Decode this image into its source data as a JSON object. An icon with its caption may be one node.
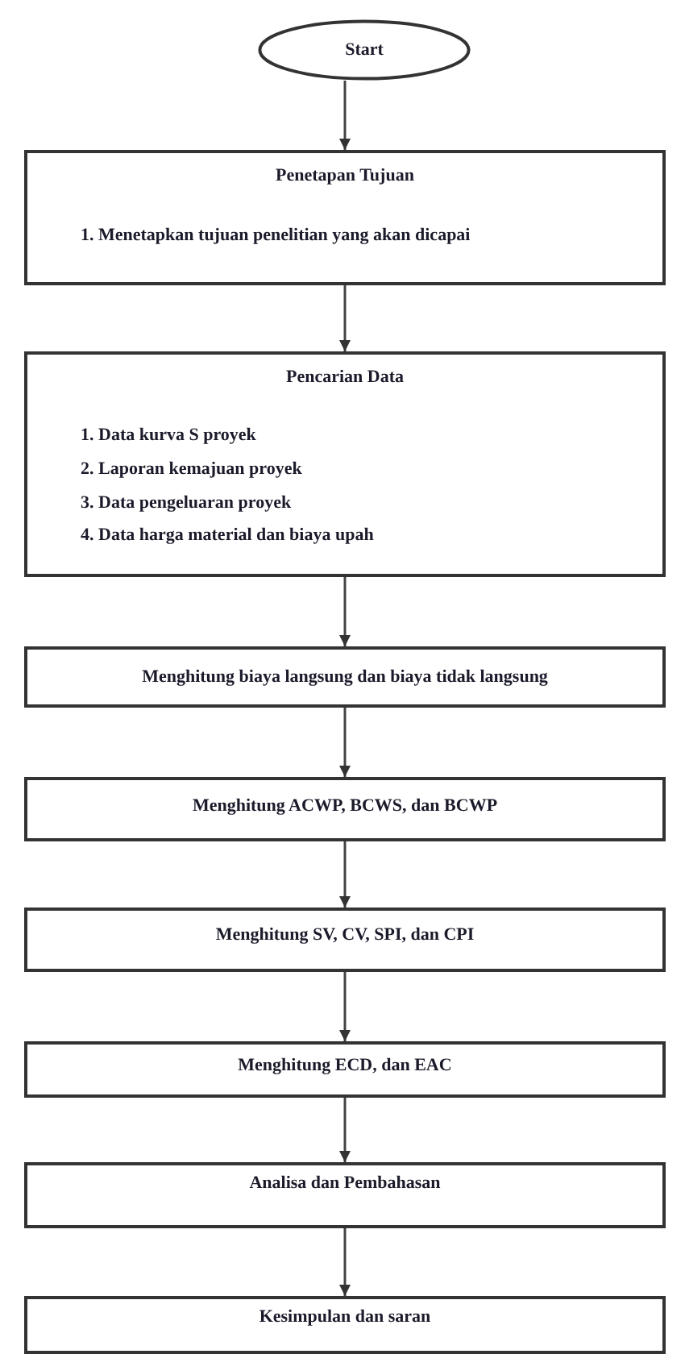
{
  "diagram": {
    "nodes": [
      {
        "text": [
          "Start"
        ]
      },
      {
        "text": [
          "Penetapan Tujuan",
          "1. Menetapkan tujuan penelitian yang akan dicapai"
        ]
      },
      {
        "text": [
          "Pencarian Data",
          "1. Data kurva S proyek",
          "2. Laporan kemajuan proyek",
          "3. Data pengeluaran proyek",
          "4. Data harga material dan biaya upah"
        ]
      },
      {
        "text": [
          "Menghitung biaya langsung dan biaya tidak langsung"
        ]
      },
      {
        "text": [
          "Menghitung ACWP, BCWS, dan BCWP"
        ]
      },
      {
        "text": [
          "Menghitung SV, CV, SPI, dan CPI"
        ]
      },
      {
        "text": [
          "Menghitung ECD, dan EAC"
        ]
      },
      {
        "text": [
          "Analisa dan Pembahasan"
        ]
      },
      {
        "text": [
          "Kesimpulan dan saran"
        ]
      }
    ],
    "edges": [
      {
        "from": 0,
        "to": 1,
        "arrow": "to"
      },
      {
        "from": 1,
        "to": 2,
        "arrow": "to"
      },
      {
        "from": 2,
        "to": 3,
        "arrow": "to"
      },
      {
        "from": 3,
        "to": 4,
        "arrow": "to"
      },
      {
        "from": 4,
        "to": 5,
        "arrow": "to"
      },
      {
        "from": 5,
        "to": 6,
        "arrow": "to"
      },
      {
        "from": 6,
        "to": 7,
        "arrow": "to"
      },
      {
        "from": 7,
        "to": 8,
        "arrow": "to"
      }
    ]
  }
}
